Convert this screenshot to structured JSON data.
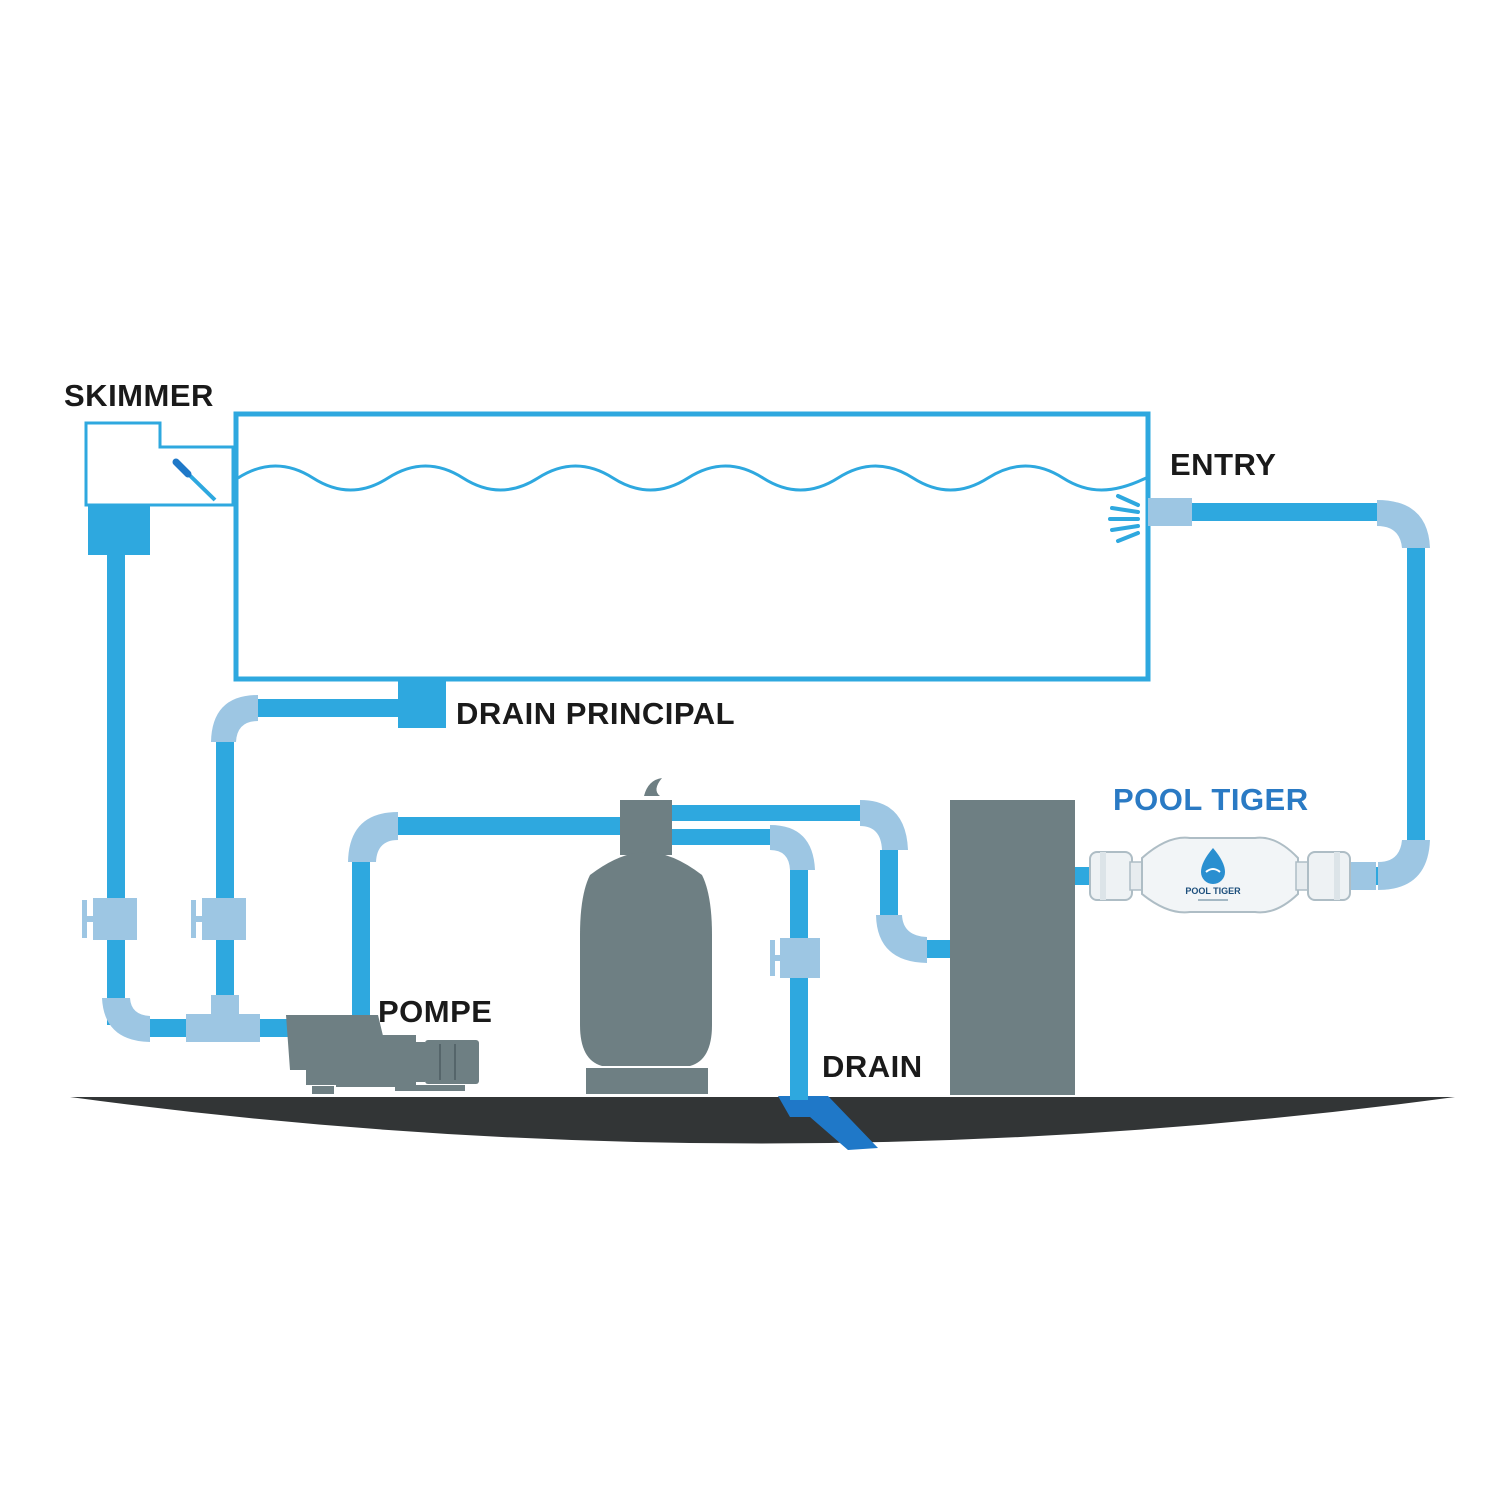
{
  "labels": {
    "skimmer": "SKIMMER",
    "entry": "ENTRY",
    "main_drain": "DRAIN PRINCIPAL",
    "pool_tiger": "POOL TIGER",
    "pump": "POMPE",
    "drain": "DRAIN"
  },
  "device_brand": "POOL TIGER",
  "colors": {
    "pipe": "#2ea8df",
    "fitting": "#9dc6e3",
    "equipment": "#6e7f83",
    "ground": "#323536",
    "drain_outflow": "#1f78c8",
    "pool_outline": "#2ea8df",
    "label_accent": "#2a7ac4",
    "label_text": "#1a1a1a"
  }
}
